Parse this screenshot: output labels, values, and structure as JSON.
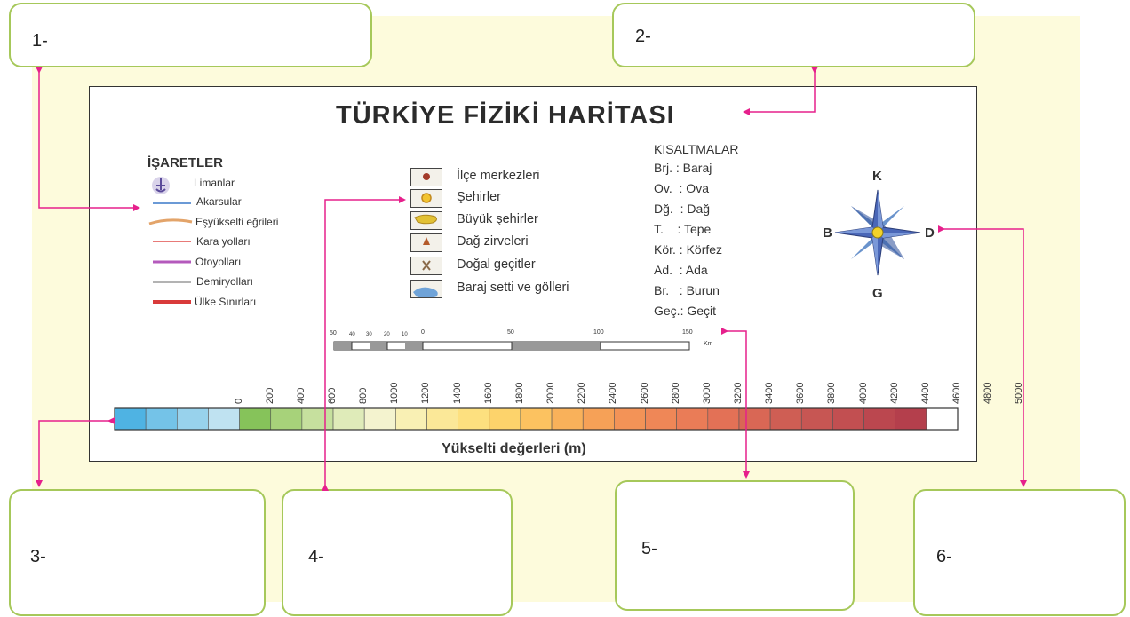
{
  "boxes": [
    "1-",
    "2-",
    "3-",
    "4-",
    "5-",
    "6-"
  ],
  "map": {
    "title": "TÜRKİYE FİZİKİ HARİTASI",
    "legend_heading": "İŞARETLER",
    "legend_items": [
      "Limanlar",
      "Akarsular",
      "Eşyükselti eğrileri",
      "Kara yolları",
      "Otoyolları",
      "Demiryolları",
      "Ülke Sınırları"
    ],
    "symbols": [
      "İlçe merkezleri",
      "Şehirler",
      "Büyük şehirler",
      "Dağ zirveleri",
      "Doğal geçitler",
      "Baraj setti ve gölleri"
    ],
    "abbr_heading": "KISALTMALAR",
    "abbreviations": [
      "Brj. : Baraj",
      "Ov.  : Ova",
      "Dğ.  : Dağ",
      "T.    : Tepe",
      "Kör. : Körfez",
      "Ad.  : Ada",
      "Br.   : Burun",
      "Geç.: Geçit"
    ],
    "compass": {
      "n": "K",
      "s": "G",
      "e": "D",
      "w": "B"
    },
    "scale": {
      "ticks": [
        "50",
        "40",
        "30",
        "20",
        "10",
        "0",
        "50",
        "100",
        "150"
      ],
      "unit": "Km"
    },
    "elevation": {
      "values": [
        "0",
        "200",
        "400",
        "600",
        "800",
        "1000",
        "1200",
        "1400",
        "1600",
        "1800",
        "2000",
        "2200",
        "2400",
        "2600",
        "2800",
        "3000",
        "3200",
        "3400",
        "3600",
        "3800",
        "4000",
        "4200",
        "4400",
        "4600",
        "4800",
        "5000"
      ],
      "caption": "Yükselti değerleri (m)",
      "colors": [
        "#4fb3e3",
        "#74c3e8",
        "#98d2ec",
        "#bfe2f1",
        "#86c35a",
        "#a7d27a",
        "#c6e09e",
        "#dfebb9",
        "#f4f3cf",
        "#f9f0b4",
        "#fbe898",
        "#fde07f",
        "#fdd36b",
        "#fcc260",
        "#f9b15a",
        "#f6a157",
        "#f39357",
        "#ef8757",
        "#ea7c57",
        "#e37156",
        "#d96755",
        "#cf5e54",
        "#c75653",
        "#c24f51",
        "#bb474f",
        "#b43f4c",
        "#ffffff"
      ]
    }
  }
}
